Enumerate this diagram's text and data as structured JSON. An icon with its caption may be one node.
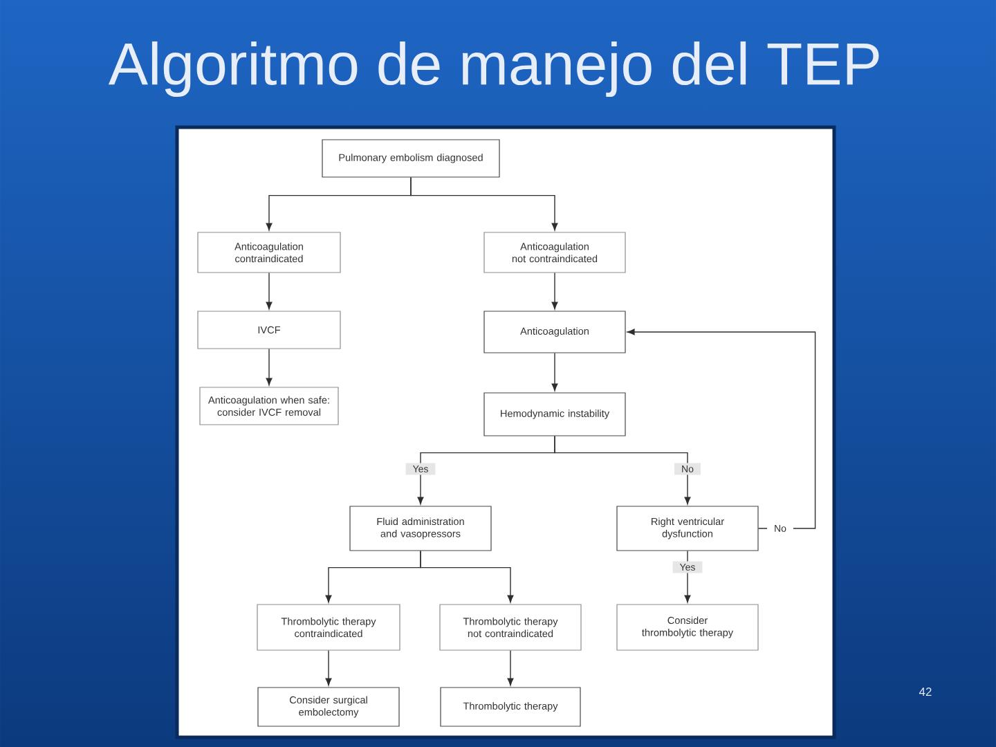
{
  "diagram": {
    "title": "Algoritmo de manejo del TEP",
    "nodes": [
      {
        "text": [
          "Pulmonary embolism diagnosed"
        ]
      },
      {
        "text": [
          "Anticoagulation contraindicated"
        ]
      },
      {
        "text": [
          "Anticoagulation not contraindicated"
        ]
      },
      {
        "text": [
          "IVCF"
        ]
      },
      {
        "text": [
          "Anticoagulation when safe: consider IVCF removal"
        ]
      },
      {
        "text": [
          "Anticoagulation"
        ]
      },
      {
        "text": [
          "Hemodynamic instability"
        ]
      },
      {
        "text": [
          "Fluid administration and vasopressors"
        ]
      },
      {
        "text": [
          "Right ventricular dysfunction"
        ]
      },
      {
        "text": [
          "Thrombolytic therapy contraindicated"
        ]
      },
      {
        "text": [
          "Thrombolytic therapy not contraindicated"
        ]
      },
      {
        "text": [
          "Consider thrombolytic therapy"
        ]
      },
      {
        "text": [
          "Consider surgical embolectomy"
        ]
      },
      {
        "text": [
          "Thrombolytic therapy"
        ]
      }
    ],
    "edges": [
      {
        "from": 0,
        "to": 1,
        "arrow": "to"
      },
      {
        "from": 0,
        "to": 2,
        "arrow": "to"
      },
      {
        "from": 1,
        "to": 3,
        "arrow": "to"
      },
      {
        "from": 3,
        "to": 4,
        "arrow": "to"
      },
      {
        "from": 2,
        "to": 5,
        "arrow": "to"
      },
      {
        "from": 5,
        "to": 6,
        "arrow": "to"
      },
      {
        "from": 6,
        "to": 7,
        "arrow": "to",
        "label": "Yes"
      },
      {
        "from": 6,
        "to": 8,
        "arrow": "to",
        "label": "No"
      },
      {
        "from": 8,
        "to": 5,
        "arrow": "to",
        "label": "No"
      },
      {
        "from": 8,
        "to": 11,
        "arrow": "to",
        "label": "Yes"
      },
      {
        "from": 7,
        "to": 9,
        "arrow": "to"
      },
      {
        "from": 7,
        "to": 10,
        "arrow": "to"
      },
      {
        "from": 9,
        "to": 12,
        "arrow": "to"
      },
      {
        "from": 10,
        "to": 13,
        "arrow": "to"
      }
    ],
    "labels": [
      "42"
    ]
  }
}
